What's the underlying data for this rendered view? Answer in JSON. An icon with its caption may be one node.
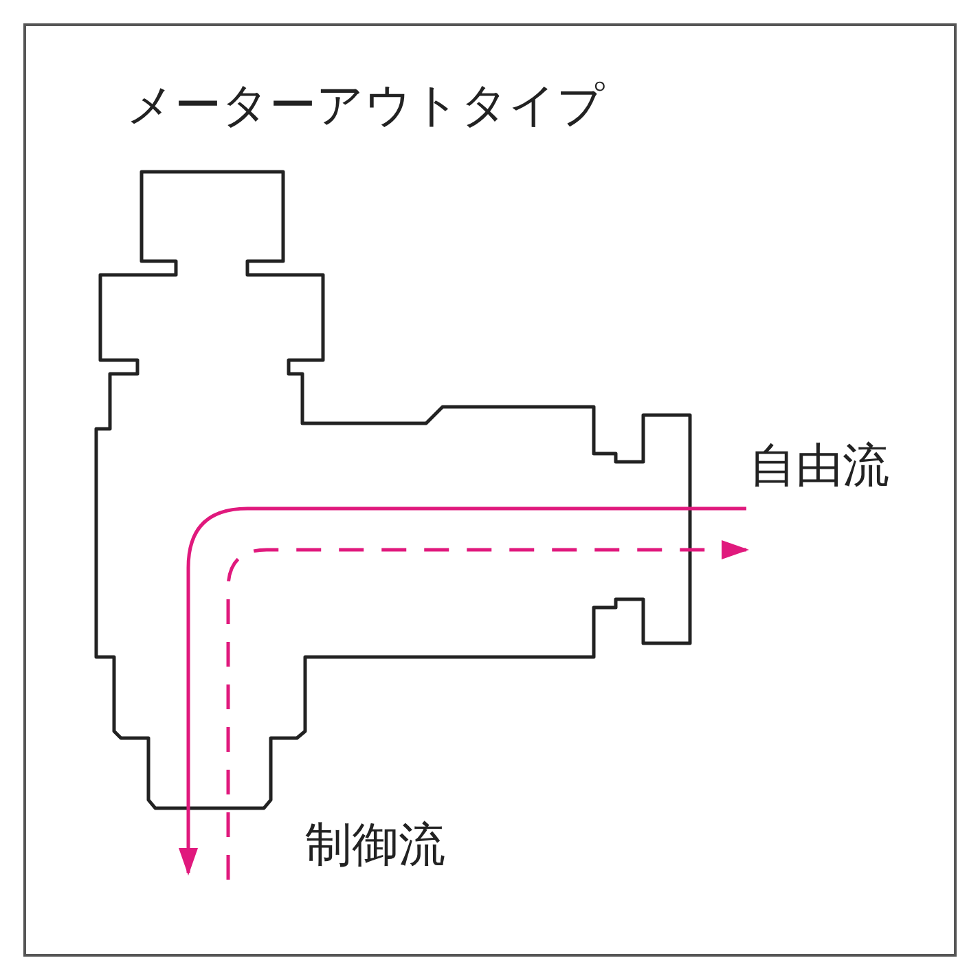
{
  "diagram": {
    "title": "メーターアウトタイプ",
    "labels": [
      "自由流",
      "制御流"
    ]
  }
}
